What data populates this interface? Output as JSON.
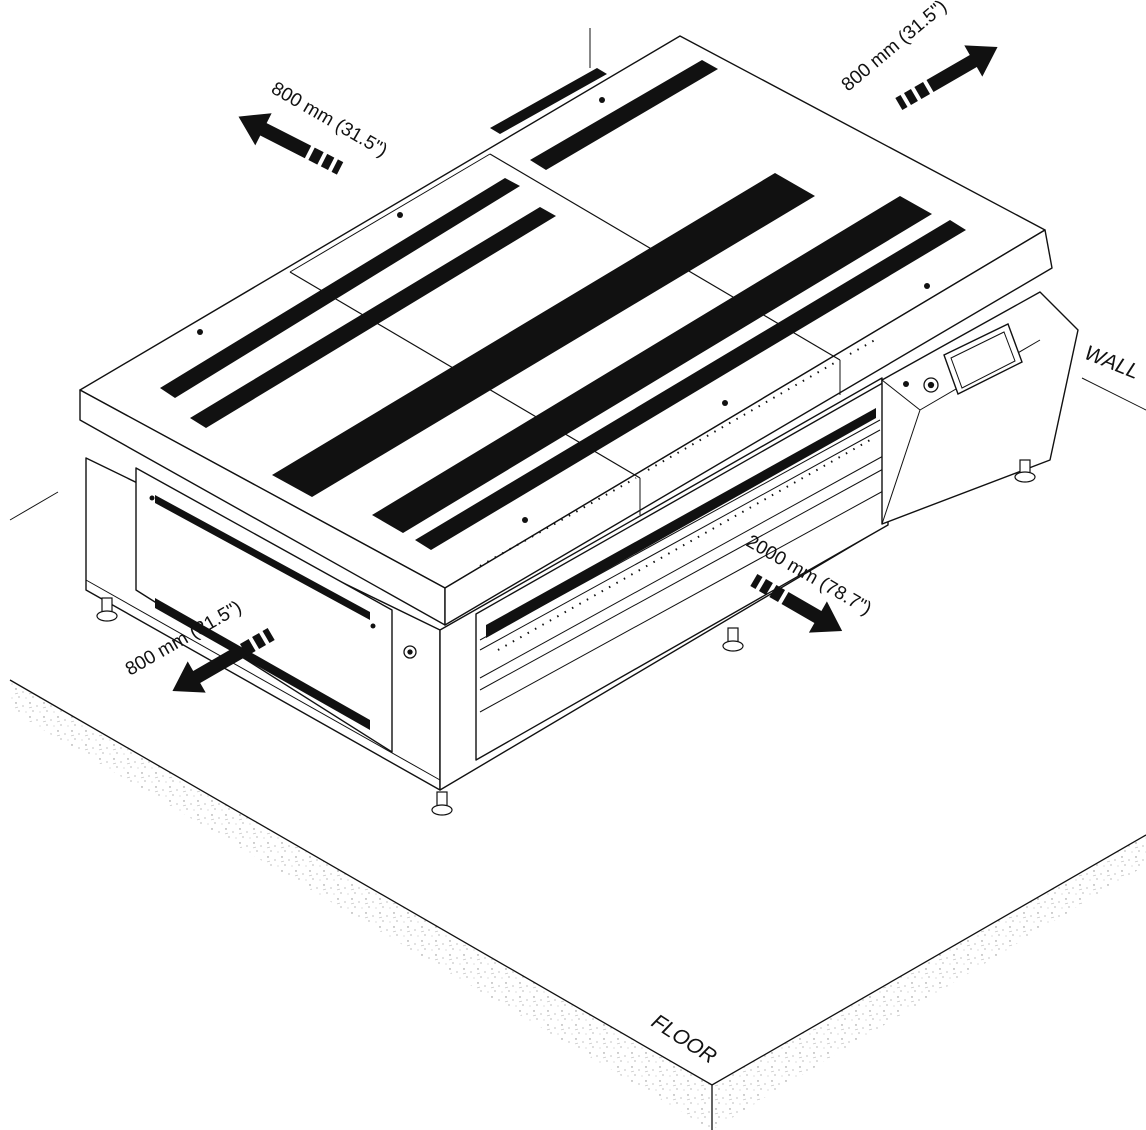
{
  "labels": {
    "back_left": "800 mm (31.5\")",
    "back_right": "800 mm (31.5\")",
    "front_left": "800 mm (31.5\")",
    "front_right": "2000 mm (78.7\")",
    "wall": "WALL",
    "floor": "FLOOR"
  },
  "colors": {
    "line": "#111111",
    "fill": "#ffffff",
    "vent": "#111111",
    "floor_hatch": "#8a8a8a"
  },
  "icons": {
    "arrow": "clearance-arrow-icon",
    "foot": "leveling-foot-icon",
    "lock": "key-lock-icon",
    "screen": "touchscreen-icon"
  }
}
